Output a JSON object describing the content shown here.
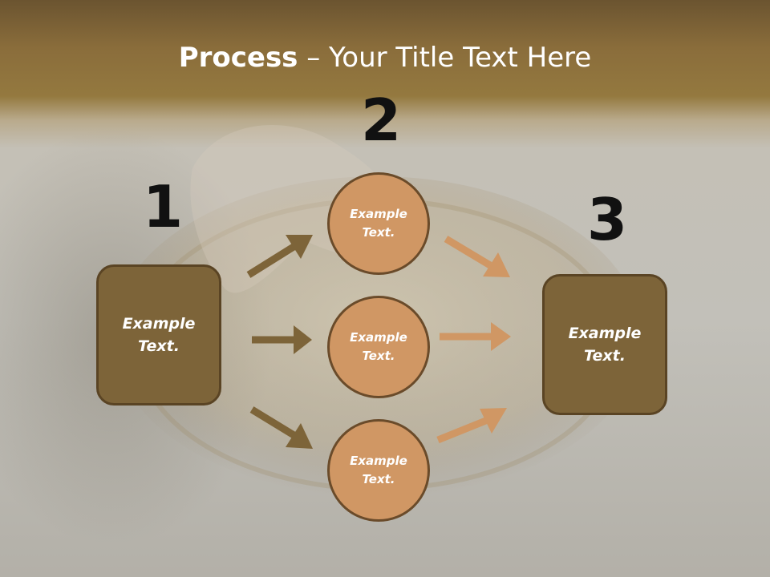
{
  "slide": {
    "title_bold": "Process",
    "title_rest": " – Your Title Text Here"
  },
  "steps": {
    "one": {
      "number": "1",
      "label": "Example\nText."
    },
    "two": {
      "number": "2",
      "items": [
        {
          "label": "Example\nText."
        },
        {
          "label": "Example\nText."
        },
        {
          "label": "Example\nText."
        }
      ]
    },
    "three": {
      "number": "3",
      "label": "Example\nText."
    }
  },
  "colors": {
    "box_fill": "#7d6439",
    "circle_fill": "#d09764",
    "dark_arrow": "#7d6439",
    "light_arrow": "#d09764"
  }
}
